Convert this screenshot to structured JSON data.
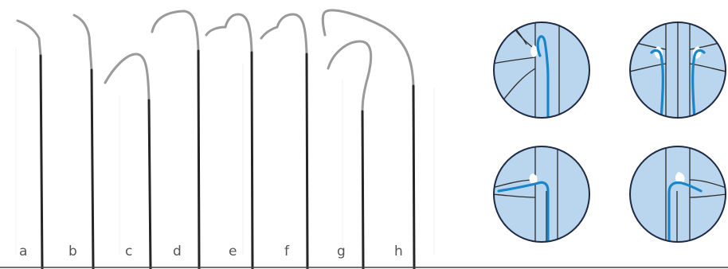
{
  "catheter_labels": [
    "a",
    "b",
    "c",
    "d",
    "e",
    "f",
    "g",
    "h"
  ],
  "colors": {
    "shaft": "#262626",
    "tip": "#9a9a9a",
    "vessel_fill": "#b9d6ee",
    "vessel_stroke": "#1e2a44",
    "lumen_stroke": "#2b2b2b",
    "wire": "#1a86c8",
    "highlight": "#ffffff",
    "label": "#555555",
    "baseline": "#444444"
  },
  "panels": [
    {
      "name": "panel-top-left"
    },
    {
      "name": "panel-top-right"
    },
    {
      "name": "panel-bottom-left"
    },
    {
      "name": "panel-bottom-right"
    }
  ]
}
